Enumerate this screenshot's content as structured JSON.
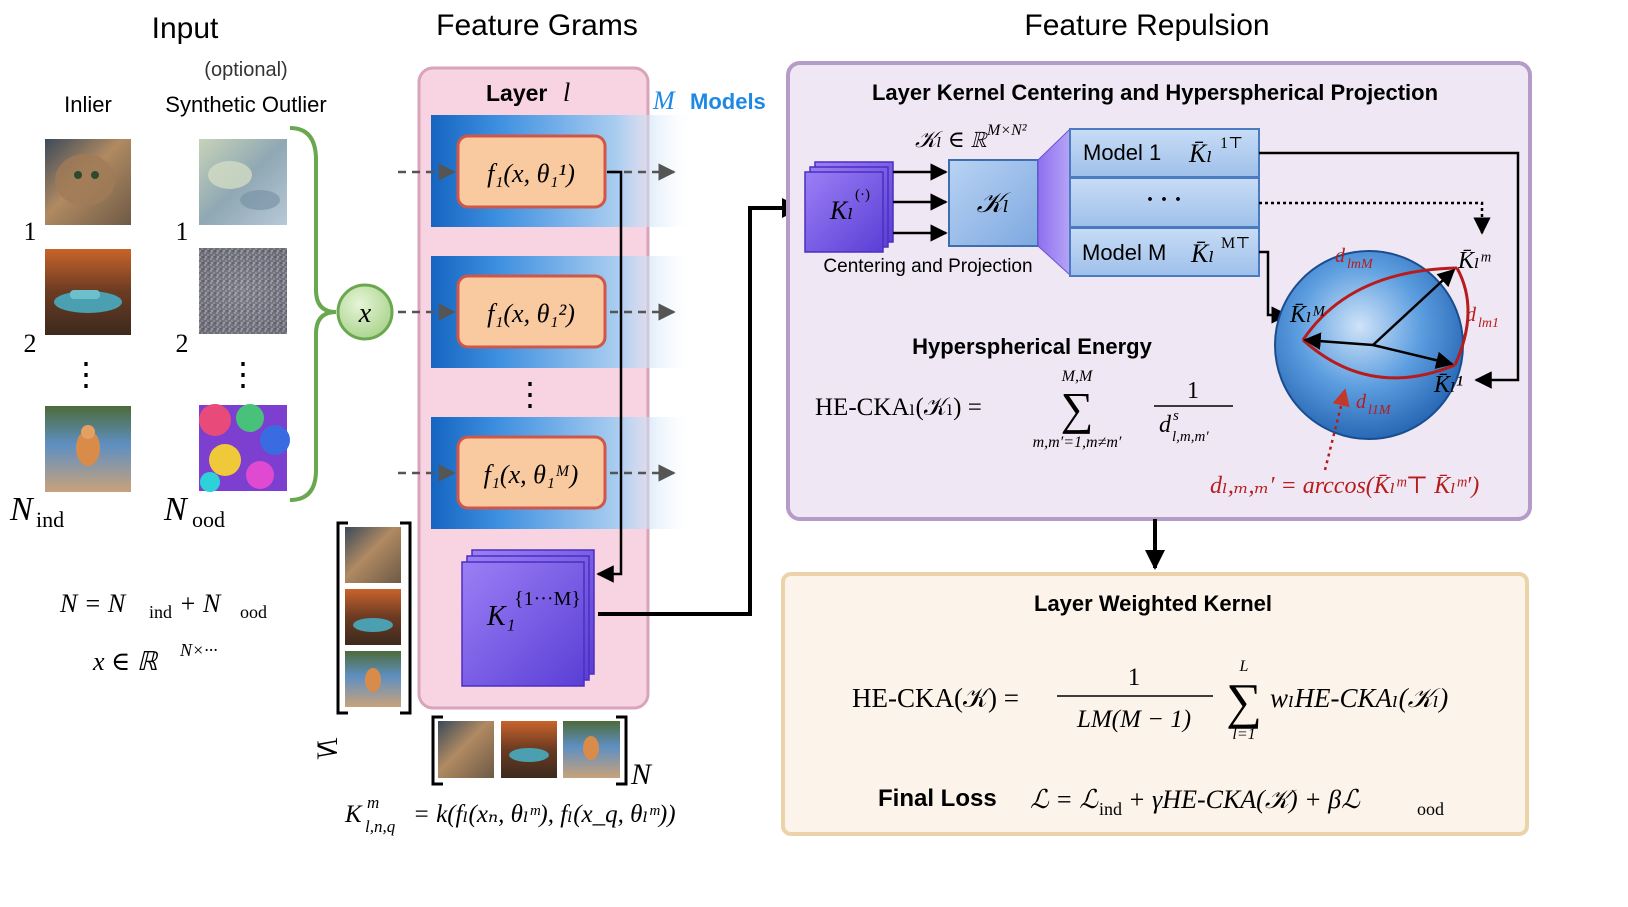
{
  "headers": {
    "input": "Input",
    "feature_grams": "Feature Grams",
    "feature_repulsion": "Feature Repulsion"
  },
  "input": {
    "optional": "(optional)",
    "inlier": "Inlier",
    "synthetic_outlier": "Synthetic Outlier",
    "idx1": "1",
    "idx2": "2",
    "ellipsis": "⋮",
    "n_ind": "N",
    "n_ind_sub": "ind",
    "n_ood": "N",
    "n_ood_sub": "ood",
    "x_node": "x",
    "eq_n": "N = N",
    "eq_n_sub1": "ind",
    "eq_n_plus": " + N",
    "eq_n_sub2": "ood",
    "eq_x": "x ∈ ℝ",
    "eq_x_sup": "N×···"
  },
  "grams": {
    "layer_label": "Layer",
    "layer_var": "l",
    "m_var": "M",
    "models_label": "Models",
    "f1": "f₁(x, θ₁¹)",
    "f2": "f₁(x, θ₁²)",
    "fM": "f₁(x, θ₁ᴹ)",
    "kernel_stack": "K₁",
    "kernel_stack_sup": "{1···M}",
    "n_label_vertical": "N",
    "n_label_horizontal": "N",
    "kernel_def": "K",
    "kernel_def_sup": "m",
    "kernel_def_sub": "l,n,q",
    "kernel_def_rhs": " = k(f",
    "kernel_def_rhs_full": "= k(fₗ(xₙ, θₗᵐ), fₗ(x_q, θₗᵐ))"
  },
  "repulsion": {
    "title": "Layer Kernel Centering and Hyperspherical Projection",
    "kl_set_def": "𝒦ₗ ∈ ℝ",
    "kl_set_def_sup": "M×N²",
    "kernel_input": "Kₗ",
    "kernel_input_sup": "(·)",
    "kl_set": "𝒦ₗ",
    "centering_label": "Centering and Projection",
    "model1": "Model 1",
    "model1_kernel": "K̄ₗ",
    "model1_kernel_sup": "1⊤",
    "dots": "· · ·",
    "modelM": "Model M",
    "modelM_kernel": "K̄ₗ",
    "modelM_kernel_sup": "M⊤",
    "sphere_labels": {
      "km": "K̄ₗᵐ",
      "kM": "K̄ₗᴹ",
      "k1": "K̄ₗ¹",
      "d_lmM": "d",
      "d_lmM_sub": "lmM",
      "d_lm1": "d",
      "d_lm1_sub": "lm1",
      "d_l1M": "d",
      "d_l1M_sub": "l1M"
    },
    "energy_title": "Hyperspherical Energy",
    "energy_lhs": "HE-CKAₗ(𝒦ₗ) =",
    "energy_sum_top": "M,M",
    "energy_sum_bottom": "m,m′=1,m≠m′",
    "energy_num": "1",
    "energy_den": "d",
    "energy_den_sup": "s",
    "energy_den_sub": "l,m,m′",
    "arccos_def": "dₗ,ₘ,ₘ′ = arccos(K̄ₗᵐ⊤ K̄ₗᵐ′)"
  },
  "weighted": {
    "title": "Layer Weighted Kernel",
    "he_lhs": "HE-CKA(𝒦) =",
    "frac_num": "1",
    "frac_den": "LM(M − 1)",
    "sum_top": "L",
    "sum_bottom": "l=1",
    "sum_term": "wₗHE-CKAₗ(𝒦ₗ)",
    "final_loss_label": "Final Loss",
    "final_loss_eq": "ℒ = ℒ",
    "final_loss_sub1": "ind",
    "final_loss_mid": " + γHE-CKA(𝒦) + βℒ",
    "final_loss_sub2": "ood"
  },
  "colors": {
    "green": "#6aa84f",
    "pink_panel": "#f8d3e1",
    "pink_border": "#d9a4b9",
    "orange": "#f9c9a0",
    "orange_border": "#d0564a",
    "blue": "#1565c0",
    "blue_light": "#5b9bd5",
    "purple": "#7b5cf0",
    "lavender_panel": "#efe8f4",
    "lavender_border": "#b59bc7",
    "sphere": "#4a8ad4",
    "red": "#c0392b",
    "beige_panel": "#fcf3ea",
    "beige_border": "#ebd2a8",
    "models_blue": "#1e88e5"
  }
}
